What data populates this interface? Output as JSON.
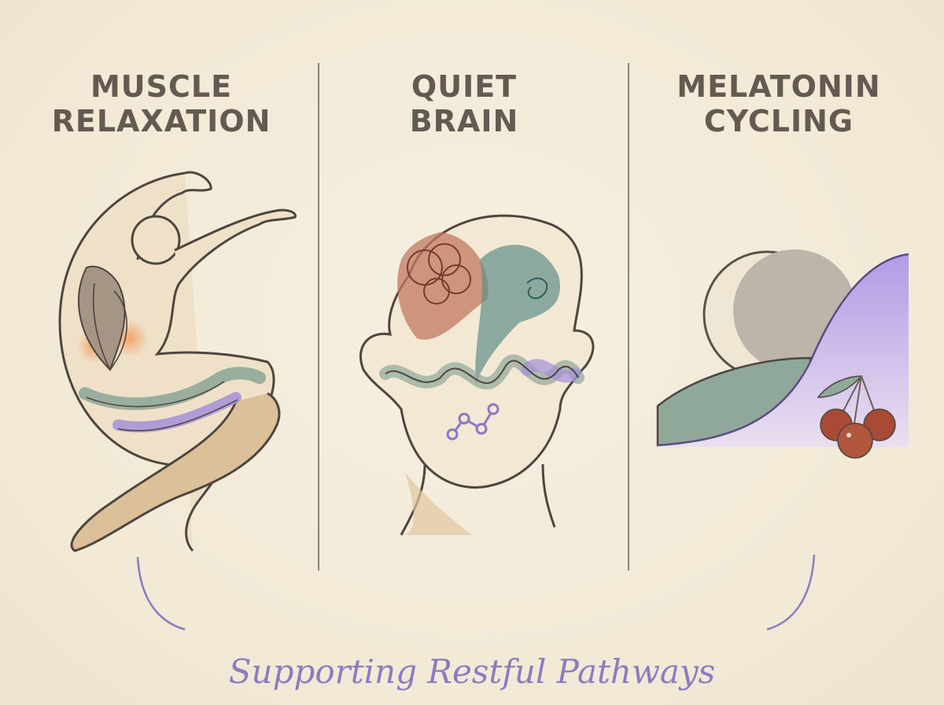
{
  "panels": [
    {
      "title_line1": "MUSCLE",
      "title_line2": "RELAXATION",
      "illustration": "relaxing-figure"
    },
    {
      "title_line1": "QUIET",
      "title_line2": "BRAIN",
      "illustration": "head-with-calming-waves"
    },
    {
      "title_line1": "MELATONIN",
      "title_line2": "CYCLING",
      "illustration": "moon-hills-cherries"
    }
  ],
  "tagline": "Supporting Restful Pathways",
  "colors": {
    "background": "#f4ecdb",
    "title_text": "#645a52",
    "outline": "#4e4640",
    "lavender": "#a48fd8",
    "sage": "#8fa89a",
    "terracotta": "#c07a62",
    "teal": "#5f8f8a",
    "skin": "#e9d3b4",
    "moon": "#bdb4aa",
    "cherry": "#a84a35",
    "tagline": "#8b7cc0"
  }
}
